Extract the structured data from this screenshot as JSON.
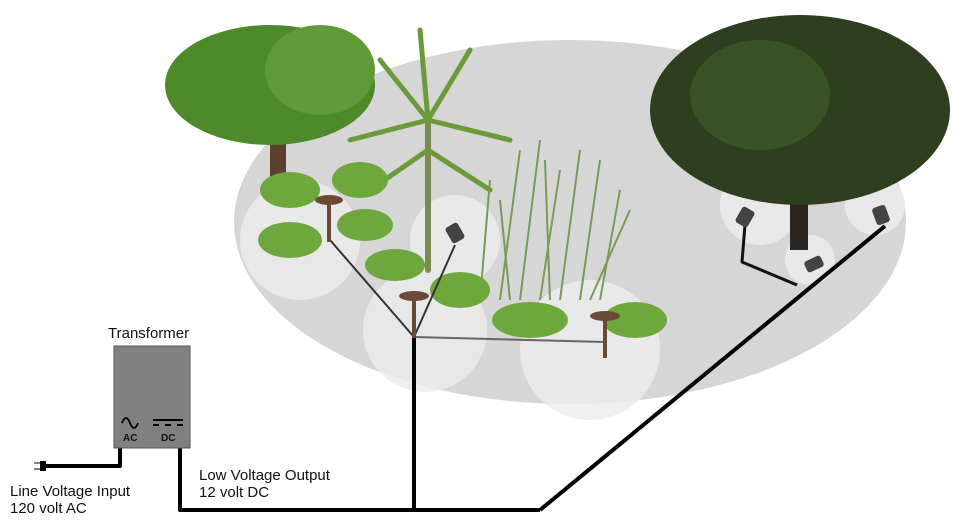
{
  "transformer": {
    "title": "Transformer",
    "ac_label": "AC",
    "dc_label": "DC"
  },
  "input": {
    "line1": "Line Voltage Input",
    "line2": "120 volt AC"
  },
  "output": {
    "line1": "Low Voltage Output",
    "line2": "12 volt DC"
  },
  "colors": {
    "ground": "#d6d6d6",
    "glow": "#ececec",
    "transformer": "#808080",
    "wire": "#000000",
    "foliage": "#4f8a2a",
    "tree_dark": "#2d3f1f",
    "fixture": "#6b4a35"
  }
}
